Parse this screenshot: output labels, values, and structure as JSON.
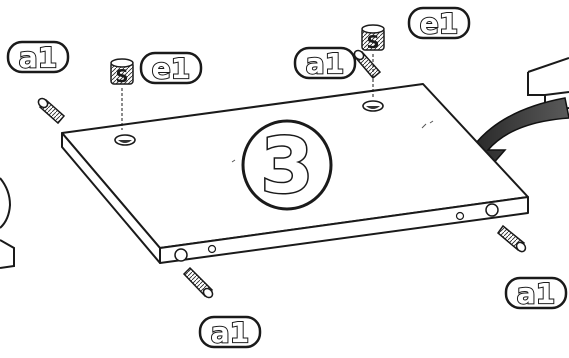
{
  "step": {
    "number": "3"
  },
  "labels": {
    "a1": "a1",
    "e1": "e1"
  },
  "parts": {
    "dowel_pin": "dowel-pin",
    "cam_lock": "cam-lock"
  },
  "colors": {
    "ink": "#1a1a1a",
    "paper": "#ffffff",
    "arrow": "#2a2a2a"
  }
}
